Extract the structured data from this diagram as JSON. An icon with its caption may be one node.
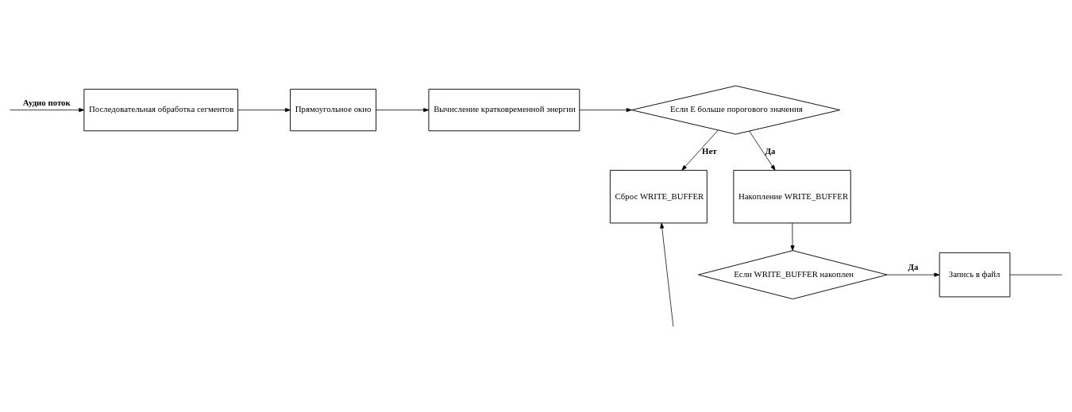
{
  "diagram": {
    "nodes": [
      {
        "text": [
          "Последовательная обработка сегментов"
        ]
      },
      {
        "text": [
          "Прямоугольное окно"
        ]
      },
      {
        "text": [
          "Вычисление кратковременной энергии"
        ]
      },
      {
        "text": [
          "Если E больше порогового значения"
        ]
      },
      {
        "text": [
          "Сброс WRITE_BUFFER"
        ]
      },
      {
        "text": [
          "Накопление WRITE_BUFFER"
        ]
      },
      {
        "text": [
          "Если WRITE_BUFFER накоплен"
        ]
      },
      {
        "text": [
          "Запись в файл"
        ]
      }
    ],
    "edges": [
      {
        "from": null,
        "to": 0,
        "arrow": "to",
        "label": "Аудио поток"
      },
      {
        "from": 0,
        "to": 1,
        "arrow": "to"
      },
      {
        "from": 1,
        "to": 2,
        "arrow": "to"
      },
      {
        "from": 2,
        "to": 3,
        "arrow": "to"
      },
      {
        "from": 3,
        "to": 4,
        "arrow": "to",
        "label": "Нет"
      },
      {
        "from": 3,
        "to": 5,
        "arrow": "to",
        "label": "Да"
      },
      {
        "from": 5,
        "to": 6,
        "arrow": "to"
      },
      {
        "from": 6,
        "to": 7,
        "arrow": "to",
        "label": "Да"
      },
      {
        "from": 7,
        "to": null,
        "arrow": "none"
      },
      {
        "from": null,
        "to": 4,
        "arrow": "to"
      }
    ]
  }
}
